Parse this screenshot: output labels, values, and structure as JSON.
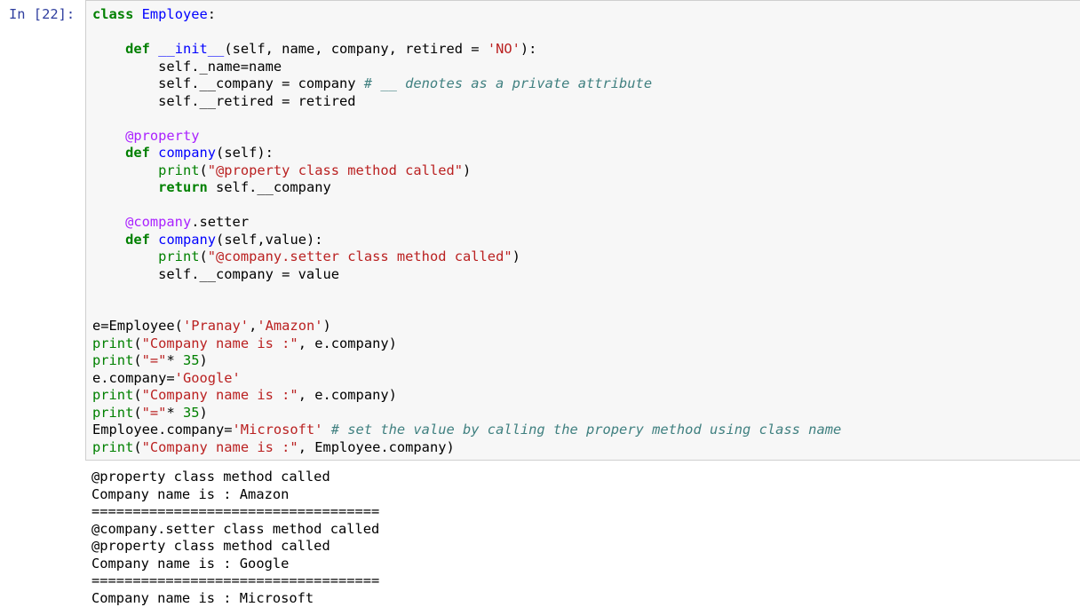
{
  "prompt": "In [22]:",
  "code_lines": [
    [
      {
        "t": "class",
        "c": "kw"
      },
      {
        "t": " "
      },
      {
        "t": "Employee",
        "c": "cls"
      },
      {
        "t": ":"
      }
    ],
    [],
    [
      {
        "t": "    "
      },
      {
        "t": "def",
        "c": "kw"
      },
      {
        "t": " "
      },
      {
        "t": "__init__",
        "c": "fn"
      },
      {
        "t": "(self, name, company, retired = "
      },
      {
        "t": "'NO'",
        "c": "str"
      },
      {
        "t": "):"
      }
    ],
    [
      {
        "t": "        self._name=name"
      }
    ],
    [
      {
        "t": "        self.__company = company "
      },
      {
        "t": "# __ denotes as a private attribute",
        "c": "cm"
      }
    ],
    [
      {
        "t": "        self.__retired = retired"
      }
    ],
    [],
    [
      {
        "t": "    "
      },
      {
        "t": "@property",
        "c": "dec"
      }
    ],
    [
      {
        "t": "    "
      },
      {
        "t": "def",
        "c": "kw"
      },
      {
        "t": " "
      },
      {
        "t": "company",
        "c": "fn"
      },
      {
        "t": "(self):"
      }
    ],
    [
      {
        "t": "        "
      },
      {
        "t": "print",
        "c": "bi"
      },
      {
        "t": "("
      },
      {
        "t": "\"@property class method called\"",
        "c": "str"
      },
      {
        "t": ")"
      }
    ],
    [
      {
        "t": "        "
      },
      {
        "t": "return",
        "c": "kw"
      },
      {
        "t": " self.__company"
      }
    ],
    [],
    [
      {
        "t": "    "
      },
      {
        "t": "@company",
        "c": "dec"
      },
      {
        "t": ".setter"
      }
    ],
    [
      {
        "t": "    "
      },
      {
        "t": "def",
        "c": "kw"
      },
      {
        "t": " "
      },
      {
        "t": "company",
        "c": "fn"
      },
      {
        "t": "(self,value):"
      }
    ],
    [
      {
        "t": "        "
      },
      {
        "t": "print",
        "c": "bi"
      },
      {
        "t": "("
      },
      {
        "t": "\"@company.setter class method called\"",
        "c": "str"
      },
      {
        "t": ")"
      }
    ],
    [
      {
        "t": "        self.__company = value"
      }
    ],
    [],
    [],
    [
      {
        "t": "e=Employee("
      },
      {
        "t": "'Pranay'",
        "c": "str"
      },
      {
        "t": ","
      },
      {
        "t": "'Amazon'",
        "c": "str"
      },
      {
        "t": ")"
      }
    ],
    [
      {
        "t": "print",
        "c": "bi"
      },
      {
        "t": "("
      },
      {
        "t": "\"Company name is :\"",
        "c": "str"
      },
      {
        "t": ", e.company)"
      }
    ],
    [
      {
        "t": "print",
        "c": "bi"
      },
      {
        "t": "("
      },
      {
        "t": "\"=\"",
        "c": "str"
      },
      {
        "t": "* "
      },
      {
        "t": "35",
        "c": "num"
      },
      {
        "t": ")"
      }
    ],
    [
      {
        "t": "e.company="
      },
      {
        "t": "'Google'",
        "c": "str"
      }
    ],
    [
      {
        "t": "print",
        "c": "bi"
      },
      {
        "t": "("
      },
      {
        "t": "\"Company name is :\"",
        "c": "str"
      },
      {
        "t": ", e.company)"
      }
    ],
    [
      {
        "t": "print",
        "c": "bi"
      },
      {
        "t": "("
      },
      {
        "t": "\"=\"",
        "c": "str"
      },
      {
        "t": "* "
      },
      {
        "t": "35",
        "c": "num"
      },
      {
        "t": ")"
      }
    ],
    [
      {
        "t": "Employee.company="
      },
      {
        "t": "'Microsoft'",
        "c": "str"
      },
      {
        "t": " "
      },
      {
        "t": "# set the value by calling the propery method using class name",
        "c": "cm"
      }
    ],
    [
      {
        "t": "print",
        "c": "bi"
      },
      {
        "t": "("
      },
      {
        "t": "\"Company name is :\"",
        "c": "str"
      },
      {
        "t": ", Employee.company)"
      }
    ]
  ],
  "output_lines": [
    "@property class method called",
    "Company name is : Amazon",
    "===================================",
    "@company.setter class method called",
    "@property class method called",
    "Company name is : Google",
    "===================================",
    "Company name is : Microsoft"
  ]
}
